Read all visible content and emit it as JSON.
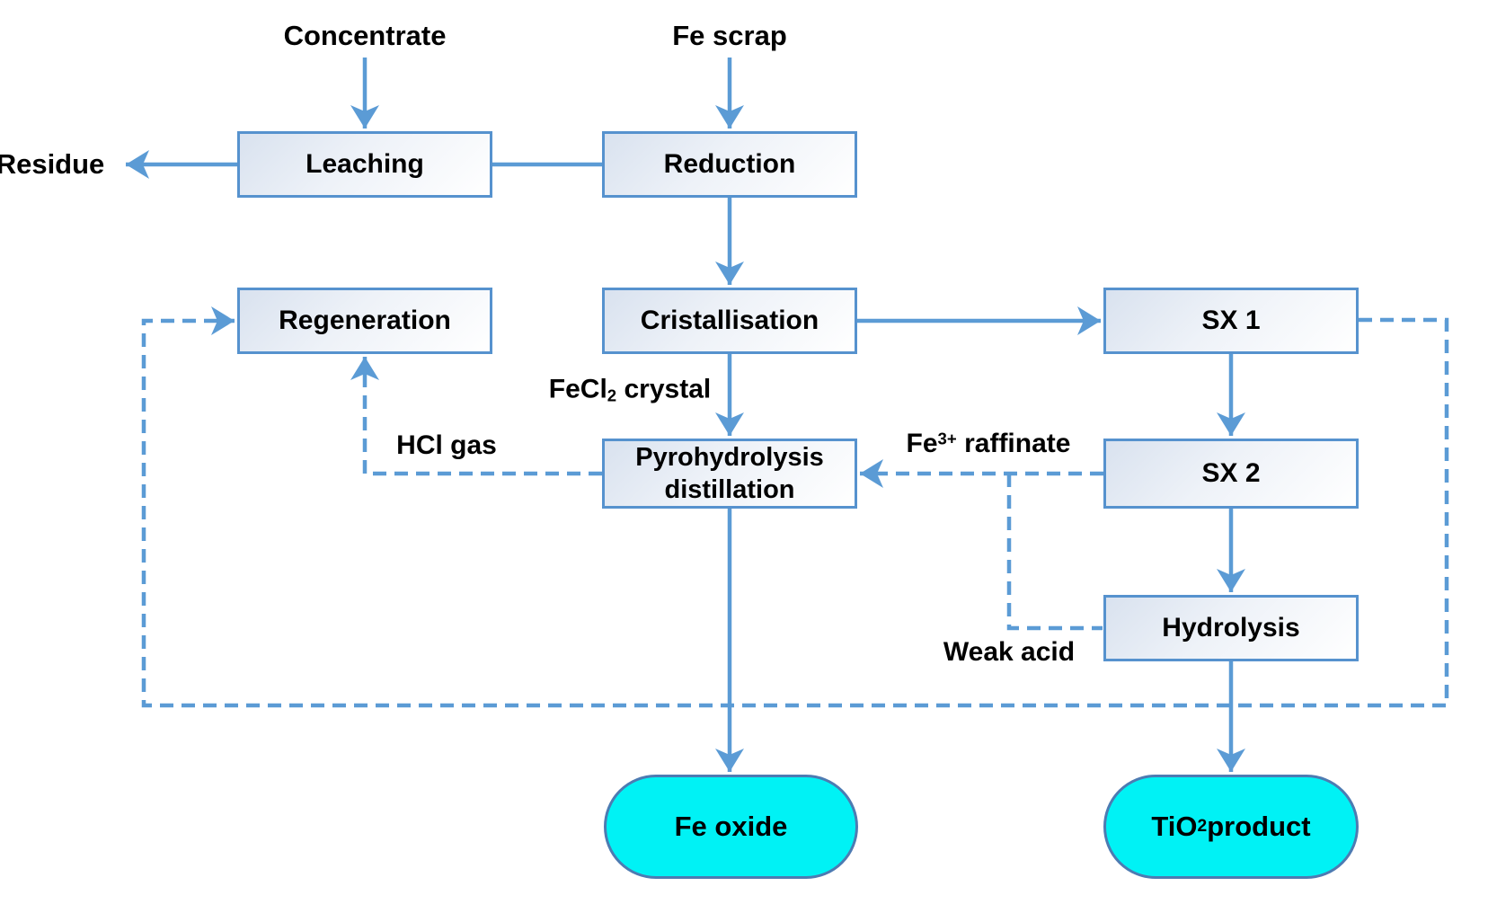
{
  "colors": {
    "accent": "#5B9BD5",
    "node_border": "#5692CE",
    "terminal_fill": "#00F2F5",
    "terminal_border": "#4D7BB2",
    "text": "#000000"
  },
  "nodes": {
    "leaching": "Leaching",
    "reduction": "Reduction",
    "regeneration": "Regeneration",
    "cristallisation": "Cristallisation",
    "sx1": "SX 1",
    "pyrohydrolysis": "Pyrohydrolysis\ndistillation",
    "sx2": "SX 2",
    "hydrolysis": "Hydrolysis"
  },
  "terminals": {
    "fe_oxide": "Fe oxide"
  },
  "stream_labels": {
    "concentrate": "Concentrate",
    "fe_scrap": "Fe scrap",
    "residue": "Residue",
    "hcl_gas": "HCl gas",
    "weak_acid": "Weak acid"
  },
  "rich_labels": {
    "fecl2_crystal": [
      {
        "t": "FeCl"
      },
      {
        "t": "2",
        "v": "sub"
      },
      {
        "t": " crystal"
      }
    ],
    "fe3_raffinate": [
      {
        "t": "Fe"
      },
      {
        "t": "3+",
        "v": "sup"
      },
      {
        "t": " raffinate"
      }
    ],
    "tio2_product": [
      {
        "t": "TiO"
      },
      {
        "t": "2",
        "v": "sub"
      },
      {
        "t": " product"
      }
    ]
  },
  "edges": [
    {
      "from": "Concentrate",
      "to": "Leaching",
      "style": "solid-arrow"
    },
    {
      "from": "Fe scrap",
      "to": "Reduction",
      "style": "solid-arrow"
    },
    {
      "from": "Leaching",
      "to": "Residue",
      "style": "solid-arrow"
    },
    {
      "from": "Reduction",
      "to": "Leaching",
      "style": "solid-line"
    },
    {
      "from": "Reduction",
      "to": "Cristallisation",
      "style": "solid-arrow"
    },
    {
      "from": "Cristallisation",
      "to": "SX 1",
      "style": "solid-arrow"
    },
    {
      "from": "Cristallisation",
      "to": "Pyrohydrolysis distillation",
      "style": "solid-arrow",
      "label": "FeCl2 crystal"
    },
    {
      "from": "SX 1",
      "to": "SX 2",
      "style": "solid-arrow"
    },
    {
      "from": "SX 2",
      "to": "Pyrohydrolysis distillation",
      "style": "dashed-arrow",
      "label": "Fe3+ raffinate"
    },
    {
      "from": "SX 2",
      "to": "Hydrolysis",
      "style": "solid-arrow"
    },
    {
      "from": "Fe3+ raffinate stream",
      "to": "Hydrolysis",
      "style": "dashed-line",
      "label": "Weak acid"
    },
    {
      "from": "Pyrohydrolysis distillation",
      "to": "Regeneration",
      "style": "dashed-arrow",
      "label": "HCl gas"
    },
    {
      "from": "SX 1",
      "to": "Regeneration",
      "style": "dashed-arrow"
    },
    {
      "from": "Pyrohydrolysis distillation",
      "to": "Fe oxide",
      "style": "solid-arrow"
    },
    {
      "from": "Hydrolysis",
      "to": "TiO2 product",
      "style": "solid-arrow"
    }
  ]
}
